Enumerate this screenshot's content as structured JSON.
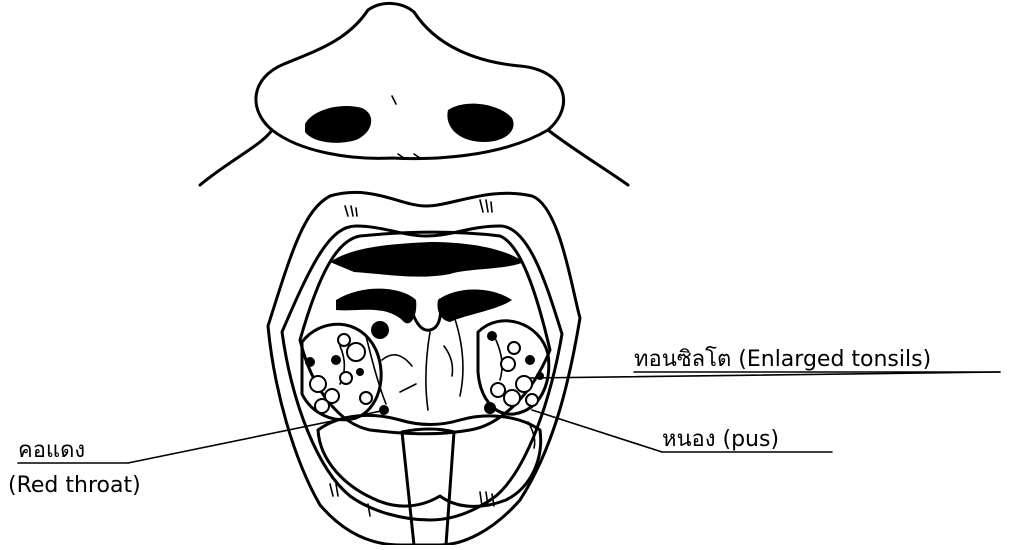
{
  "labels": {
    "tonsils": "ทอนซิลโต (Enlarged tonsils)",
    "pus": "หนอง (pus)",
    "red_throat_thai": "คอแดง",
    "red_throat_en": "(Red throat)"
  }
}
